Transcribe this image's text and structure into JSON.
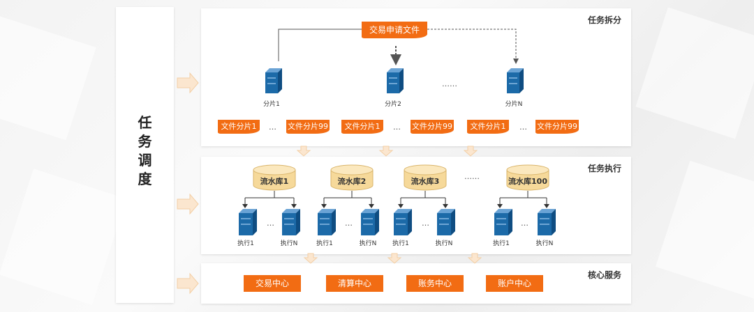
{
  "sidebar": {
    "chars": [
      "任",
      "务",
      "调",
      "度"
    ]
  },
  "sections": {
    "split": {
      "title": "任务拆分",
      "source_file": "交易申请文件",
      "shards": [
        {
          "label": "分片1"
        },
        {
          "label": "分片2"
        },
        {
          "label": "分片N"
        }
      ],
      "shard_ellipsis": "……",
      "file_pieces": [
        {
          "first": "文件分片1",
          "last": "文件分片99"
        },
        {
          "first": "文件分片1",
          "last": "文件分片99"
        },
        {
          "first": "文件分片1",
          "last": "文件分片99"
        }
      ],
      "piece_ellipsis": "…"
    },
    "execute": {
      "title": "任务执行",
      "databases": [
        {
          "label": "流水库1",
          "exec_first": "执行1",
          "exec_last": "执行N"
        },
        {
          "label": "流水库2",
          "exec_first": "执行1",
          "exec_last": "执行N"
        },
        {
          "label": "流水库3",
          "exec_first": "执行1",
          "exec_last": "执行N"
        },
        {
          "label": "流水库100",
          "exec_first": "执行1",
          "exec_last": "执行N"
        }
      ],
      "db_ellipsis": "……",
      "exec_ellipsis": "…"
    },
    "core": {
      "title": "核心服务",
      "services": [
        "交易中心",
        "清算中心",
        "账务中心",
        "账户中心"
      ]
    }
  },
  "colors": {
    "accent": "#f26c13",
    "server_blue": "#1c6aa8",
    "db_tan": "#f6d99a"
  }
}
